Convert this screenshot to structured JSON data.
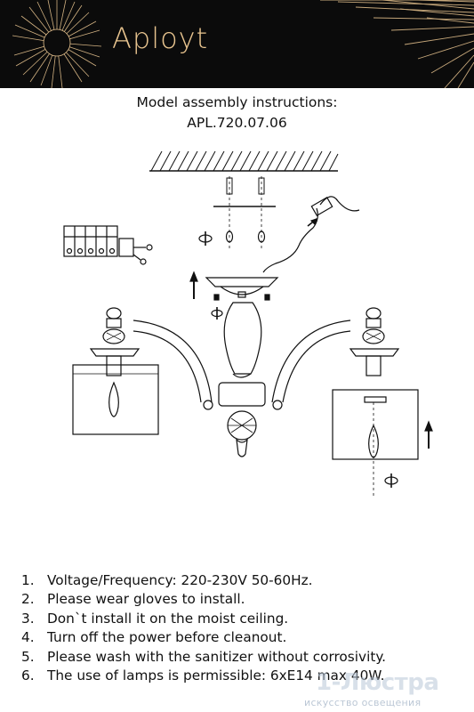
{
  "header": {
    "brand": "Aployt",
    "logo_icon": "sun-burst-icon",
    "colors": {
      "background": "#0b0b0b",
      "gold": "#e8c48f"
    }
  },
  "title": {
    "line1": "Model assembly instructions:",
    "line2": "APL.720.07.06"
  },
  "diagram": {
    "icons": [
      "ceiling-hatch-icon",
      "rotate-arrow-icon",
      "up-arrow-icon",
      "wiring-terminal-icon",
      "chandelier-drawing"
    ]
  },
  "notes": [
    {
      "num": "1.",
      "text": "Voltage/Frequency: 220-230V 50-60Hz."
    },
    {
      "num": "2.",
      "text": "Please wear gloves to install."
    },
    {
      "num": "3.",
      "text": "Don`t install it on the moist ceiling."
    },
    {
      "num": "4.",
      "text": "Turn off the power before cleanout."
    },
    {
      "num": "5.",
      "text": "Please wash with the sanitizer without corrosivity."
    },
    {
      "num": "6.",
      "text": "The use of lamps is permissible: 6xE14 max 40W."
    }
  ],
  "watermark": {
    "text": "1-Люстра",
    "subtext": "искусство освещения"
  }
}
